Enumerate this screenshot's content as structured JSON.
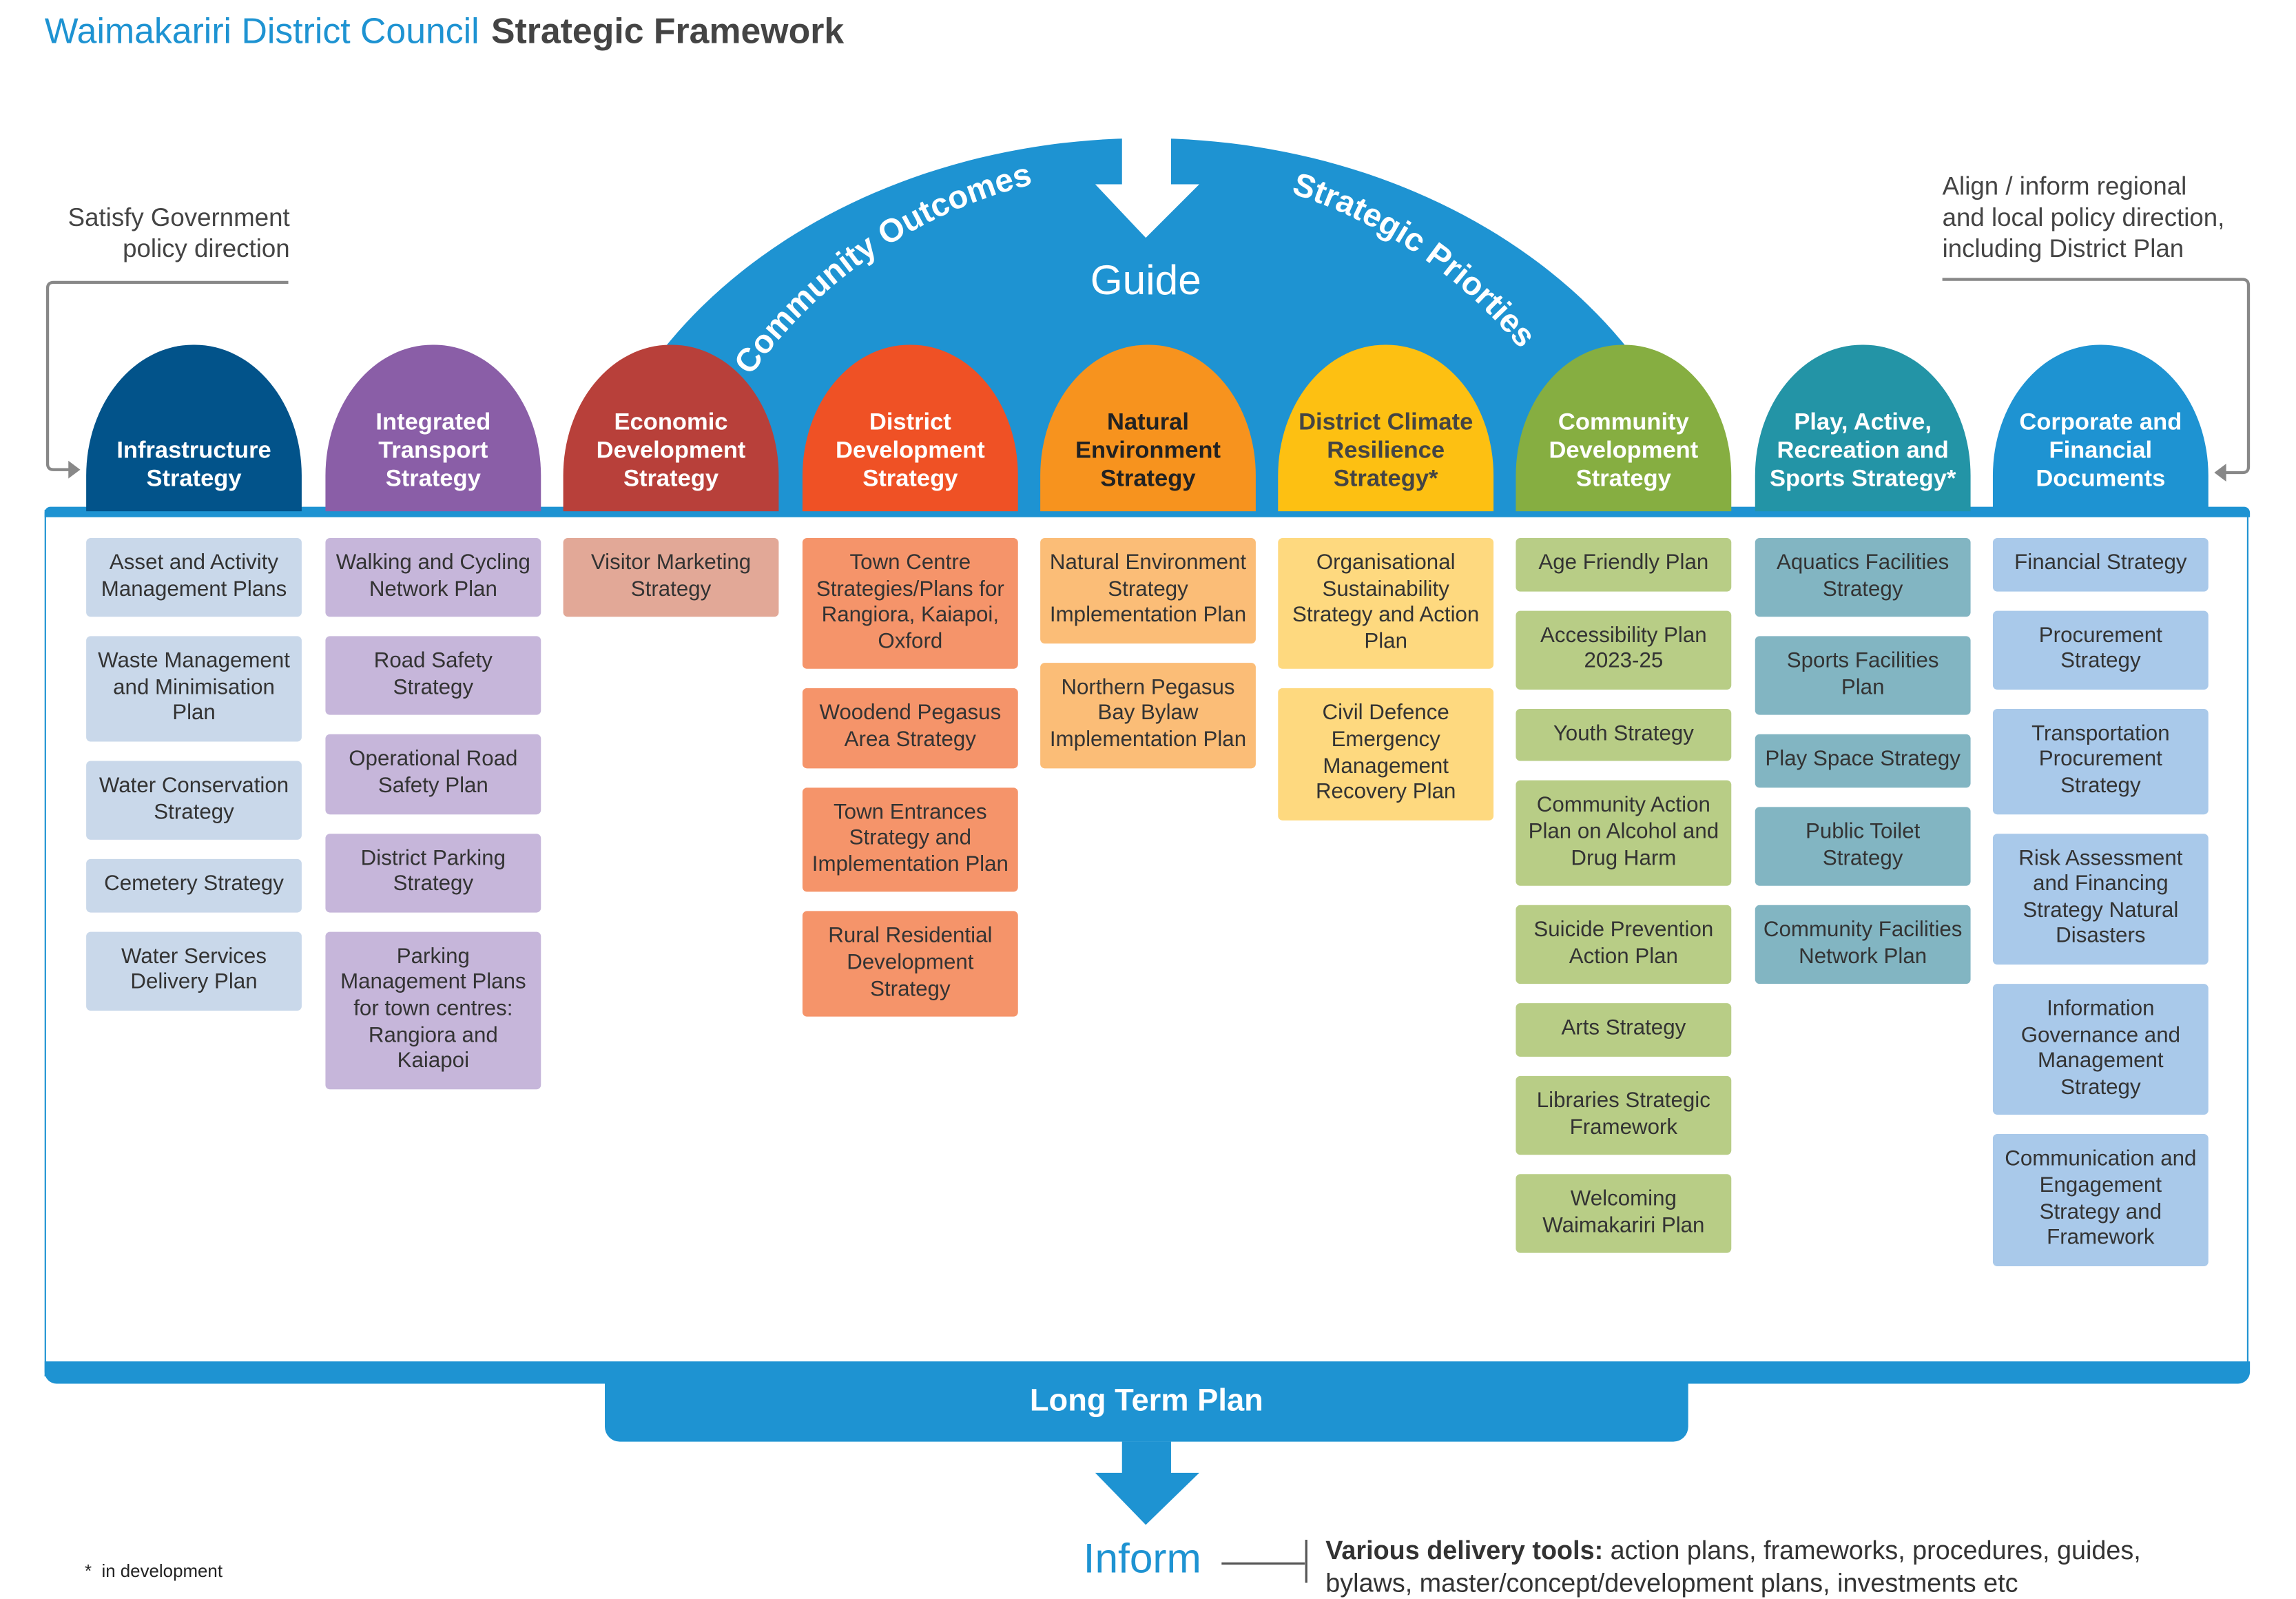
{
  "header": {
    "org": "Waimakariri District Council",
    "title": "Strategic Framework"
  },
  "notes": {
    "left": [
      "Satisfy Government",
      "policy direction"
    ],
    "right": [
      "Align / inform regional",
      "and local policy direction,",
      "including District Plan"
    ]
  },
  "dome": {
    "left_text": "Community Outcomes",
    "right_text": "Strategic Priorties",
    "center_text": "Guide",
    "color": "#1e93d2"
  },
  "columns": [
    {
      "title": [
        "Infrastructure",
        "Strategy"
      ],
      "color": "#02538a",
      "text_color": "#ffffff",
      "item_color": "#c9d8ea",
      "items": [
        "Asset and Activity Management Plans",
        "Waste Management and Minimisation Plan",
        "Water Conservation Strategy",
        "Cemetery Strategy",
        "Water Services Delivery Plan"
      ]
    },
    {
      "title": [
        "Integrated",
        "Transport",
        "Strategy"
      ],
      "color": "#8a5ea7",
      "text_color": "#ffffff",
      "item_color": "#c6b6da",
      "items": [
        "Walking and Cycling Network Plan",
        "Road Safety Strategy",
        "Operational Road Safety Plan",
        "District Parking Strategy",
        "Parking Management Plans for town centres: Rangiora and Kaiapoi"
      ]
    },
    {
      "title": [
        "Economic",
        "Development",
        "Strategy"
      ],
      "color": "#b8403a",
      "text_color": "#ffffff",
      "item_color": "#e2a897",
      "items": [
        "Visitor Marketing Strategy"
      ]
    },
    {
      "title": [
        "District",
        "Development",
        "Strategy"
      ],
      "color": "#ef5125",
      "text_color": "#ffffff",
      "item_color": "#f5946a",
      "items": [
        "Town Centre Strategies/Plans for Rangiora, Kaiapoi, Oxford",
        "Woodend Pegasus Area Strategy",
        "Town Entrances Strategy and Implementation Plan",
        "Rural Residential Development Strategy"
      ]
    },
    {
      "title": [
        "Natural",
        "Environment",
        "Strategy"
      ],
      "color": "#f7931e",
      "text_color": "#222222",
      "item_color": "#fbbd77",
      "items": [
        "Natural Environment Strategy Implementation Plan",
        "Northern Pegasus Bay Bylaw Implementation Plan"
      ]
    },
    {
      "title": [
        "District Climate",
        "Resilience",
        "Strategy*"
      ],
      "color": "#fdc012",
      "text_color": "#444444",
      "item_color": "#fed97f",
      "items": [
        "Organisational Sustainability Strategy and Action Plan",
        "Civil Defence Emergency Management Recovery Plan"
      ]
    },
    {
      "title": [
        "Community",
        "Development",
        "Strategy"
      ],
      "color": "#86ae41",
      "text_color": "#ffffff",
      "item_color": "#b8cd86",
      "items": [
        "Age Friendly Plan",
        "Accessibility Plan 2023-25",
        "Youth Strategy",
        "Community Action Plan on Alcohol and Drug Harm",
        "Suicide Prevention Action Plan",
        "Arts Strategy",
        "Libraries Strategic Framework",
        "Welcoming Waimakariri Plan"
      ]
    },
    {
      "title": [
        "Play, Active,",
        "Recreation and",
        "Sports Strategy*"
      ],
      "color": "#2394a6",
      "text_color": "#ffffff",
      "item_color": "#82b5c2",
      "items": [
        "Aquatics Facilities Strategy",
        "Sports Facilities Plan",
        "Play Space Strategy",
        "Public Toilet Strategy",
        "Community Facilities Network Plan"
      ]
    },
    {
      "title": [
        "Corporate and",
        "Financial",
        "Documents"
      ],
      "color": "#1e93d2",
      "text_color": "#ffffff",
      "item_color": "#a9c9ea",
      "items": [
        "Financial Strategy",
        "Procurement Strategy",
        "Transportation Procurement Strategy",
        "Risk Assessment and Financing Strategy Natural Disasters",
        "Information Governance and Management Strategy",
        "Communication and Engagement Strategy and Framework"
      ]
    }
  ],
  "long_term_plan": "Long Term Plan",
  "inform": {
    "label": "Inform",
    "bold": "Various delivery tools:",
    "rest1": " action plans, frameworks, procedures, guides,",
    "line2": "bylaws, master/concept/development plans, investments etc"
  },
  "footnote": {
    "star": "*",
    "text": "in development"
  }
}
